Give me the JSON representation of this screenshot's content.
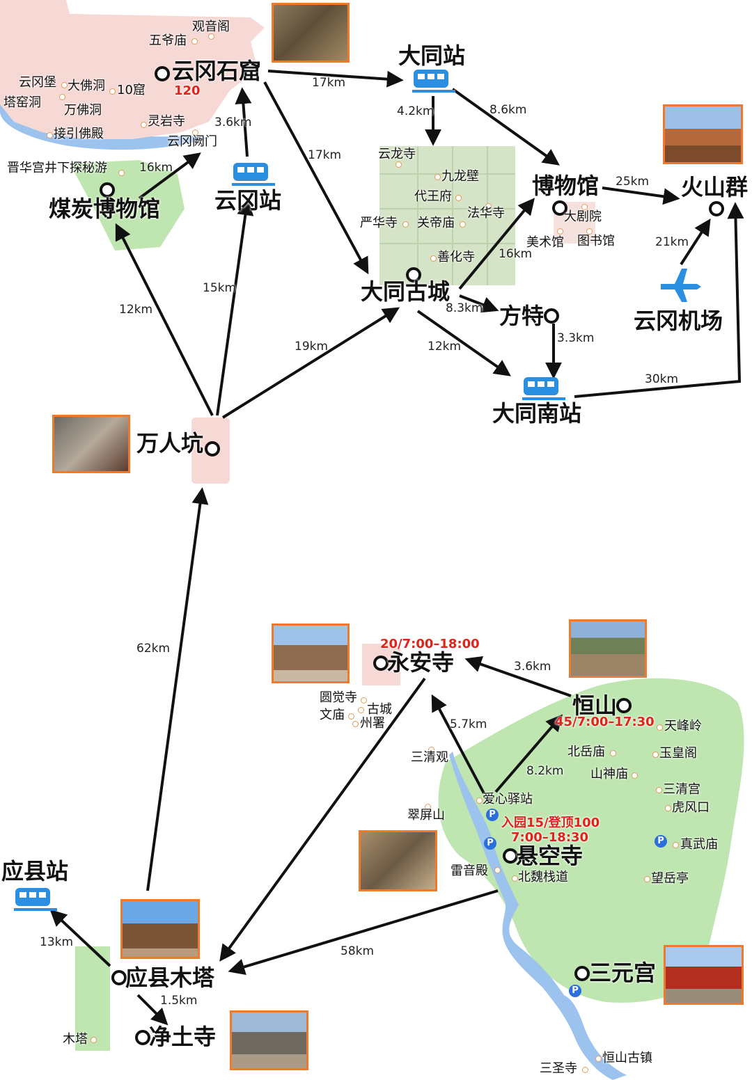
{
  "places": {
    "yungang": "云冈石窟",
    "datong_station": "大同站",
    "yungang_station": "云冈站",
    "coal_museum": "煤炭博物馆",
    "museum": "博物馆",
    "volcano": "火山群",
    "old_city": "大同古城",
    "fangte": "方特",
    "airport": "云冈机场",
    "south_station": "大同南站",
    "wanrenkeng": "万人坑",
    "yongan": "永安寺",
    "hengshan": "恒山",
    "xuankong": "悬空寺",
    "sanyuan": "三元宫",
    "yingxian_station": "应县站",
    "yingxian_tower": "应县木塔",
    "jingtu": "净土寺"
  },
  "pois": {
    "guanyinge": "观音阁",
    "wuyemiao": "五爷庙",
    "yungangbao": "云冈堡",
    "dafodong": "大佛洞",
    "ku10": "10窟",
    "tayaodong": "塔窑洞",
    "wanfodong": "万佛洞",
    "lingyansi": "灵岩寺",
    "jieyinfodian": "接引佛殿",
    "yunganqueme": "云冈阙门",
    "jinhuagong": "晋华宫井下探秘游",
    "yunlongsi": "云龙寺",
    "jiulongbi": "九龙壁",
    "daiwangfu": "代王府",
    "fahuasi": "法华寺",
    "yanhuasi": "严华寺",
    "guandimiao": "关帝庙",
    "shanhuasi": "善化寺",
    "dajuyuan": "大剧院",
    "meishuguan": "美术馆",
    "tushuguan": "图书馆",
    "yuanjuesi": "圆觉寺",
    "gucheng": "古城",
    "wenmiao": "文庙",
    "zhoushu": "州署",
    "tianfengling": "天峰岭",
    "beiyuemiao": "北岳庙",
    "yuhuangge": "玉皇阁",
    "shanshenmiao": "山神庙",
    "sanqinggong": "三清宫",
    "hufengkou": "虎风口",
    "sanqingguan": "三清观",
    "aixinyizhan": "爱心驿站",
    "cuipingshan": "翠屏山",
    "zhenwumiao": "真武庙",
    "leiyindian": "雷音殿",
    "beiweizhandao": "北魏栈道",
    "wangyueting": "望岳亭",
    "muta": "木塔",
    "hengshangzhen": "恒山古镇",
    "sanshengsi": "三圣寺"
  },
  "badges": {
    "yungang_price": "120",
    "yongan_info": "20/7:00–18:00",
    "hengshan_info": "45/7:00–17:30",
    "xuankong_price": "入园15/登顶100",
    "xuankong_hours": "7:00–18:30"
  },
  "distances": {
    "d1": "17km",
    "d2": "4.2km",
    "d3": "8.6km",
    "d4": "3.6km",
    "d5": "16km",
    "d6": "17km",
    "d7": "25km",
    "d8": "21km",
    "d9": "16km",
    "d10": "15km",
    "d11": "12km",
    "d12": "19km",
    "d13": "8.3km",
    "d14": "12km",
    "d15": "3.3km",
    "d16": "30km",
    "d17": "62km",
    "d18": "3.6km",
    "d19": "5.7km",
    "d20": "8.2km",
    "d21": "58km",
    "d22": "13km",
    "d23": "1.5km"
  },
  "icons": {
    "train": "train-icon",
    "plane": "airplane-icon",
    "parking": "P"
  },
  "colors": {
    "accent_orange": "#ee7a2e",
    "yungang_area": "#f6d8d4",
    "green_area": "#bfe6b0",
    "old_city_area": "#d5e4c6",
    "river": "#9cc3ee",
    "transit_blue": "#2a8fe0",
    "price_red": "#e0241b"
  }
}
